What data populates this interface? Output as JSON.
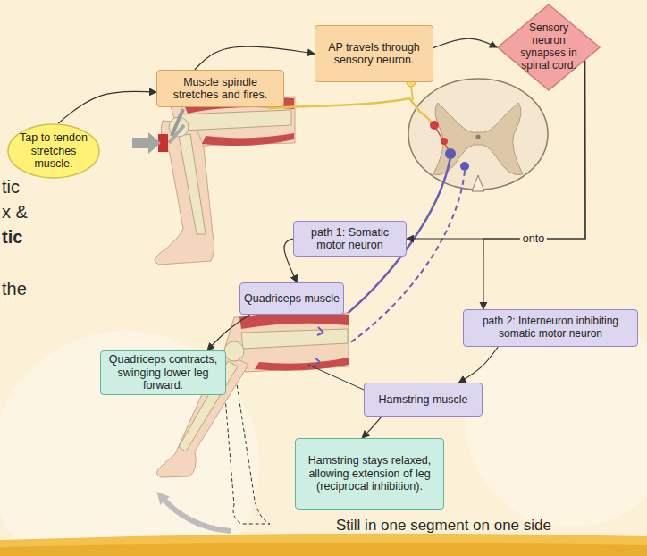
{
  "diagram": {
    "nodes": [
      {
        "text": [
          "Tap to tendon stretches muscle."
        ]
      },
      {
        "text": [
          "Muscle spindle stretches and fires."
        ]
      },
      {
        "text": [
          "AP travels through sensory neuron."
        ]
      },
      {
        "text": [
          "Sensory neuron synapses in spinal cord."
        ]
      },
      {
        "text": [
          "path 1: Somatic motor neuron"
        ]
      },
      {
        "text": [
          "Quadriceps muscle"
        ]
      },
      {
        "text": [
          "path 2: Interneuron inhibiting somatic motor neuron"
        ]
      },
      {
        "text": [
          "Quadriceps contracts, swinging lower leg forward."
        ]
      },
      {
        "text": [
          "Hamstring muscle"
        ]
      },
      {
        "text": [
          "Hamstring stays relaxed, allowing extension of leg (reciprocal inhibition)."
        ]
      }
    ],
    "edges": [
      {
        "from": 0,
        "to": 1,
        "arrow": "to"
      },
      {
        "from": 1,
        "to": 2,
        "arrow": "to"
      },
      {
        "from": 2,
        "to": 3,
        "arrow": "to"
      },
      {
        "from": 3,
        "to": 4,
        "label": "onto",
        "arrow": "to"
      },
      {
        "from": 3,
        "to": 6,
        "arrow": "to"
      },
      {
        "from": 4,
        "to": 5,
        "arrow": "to"
      },
      {
        "from": 5,
        "to": 7,
        "arrow": "to"
      },
      {
        "from": 6,
        "to": 8,
        "arrow": "to"
      },
      {
        "from": 8,
        "to": 9,
        "arrow": "to"
      }
    ],
    "labels": [
      "tic",
      "x &",
      "tic",
      "the",
      "Still in one segment on one side"
    ]
  }
}
